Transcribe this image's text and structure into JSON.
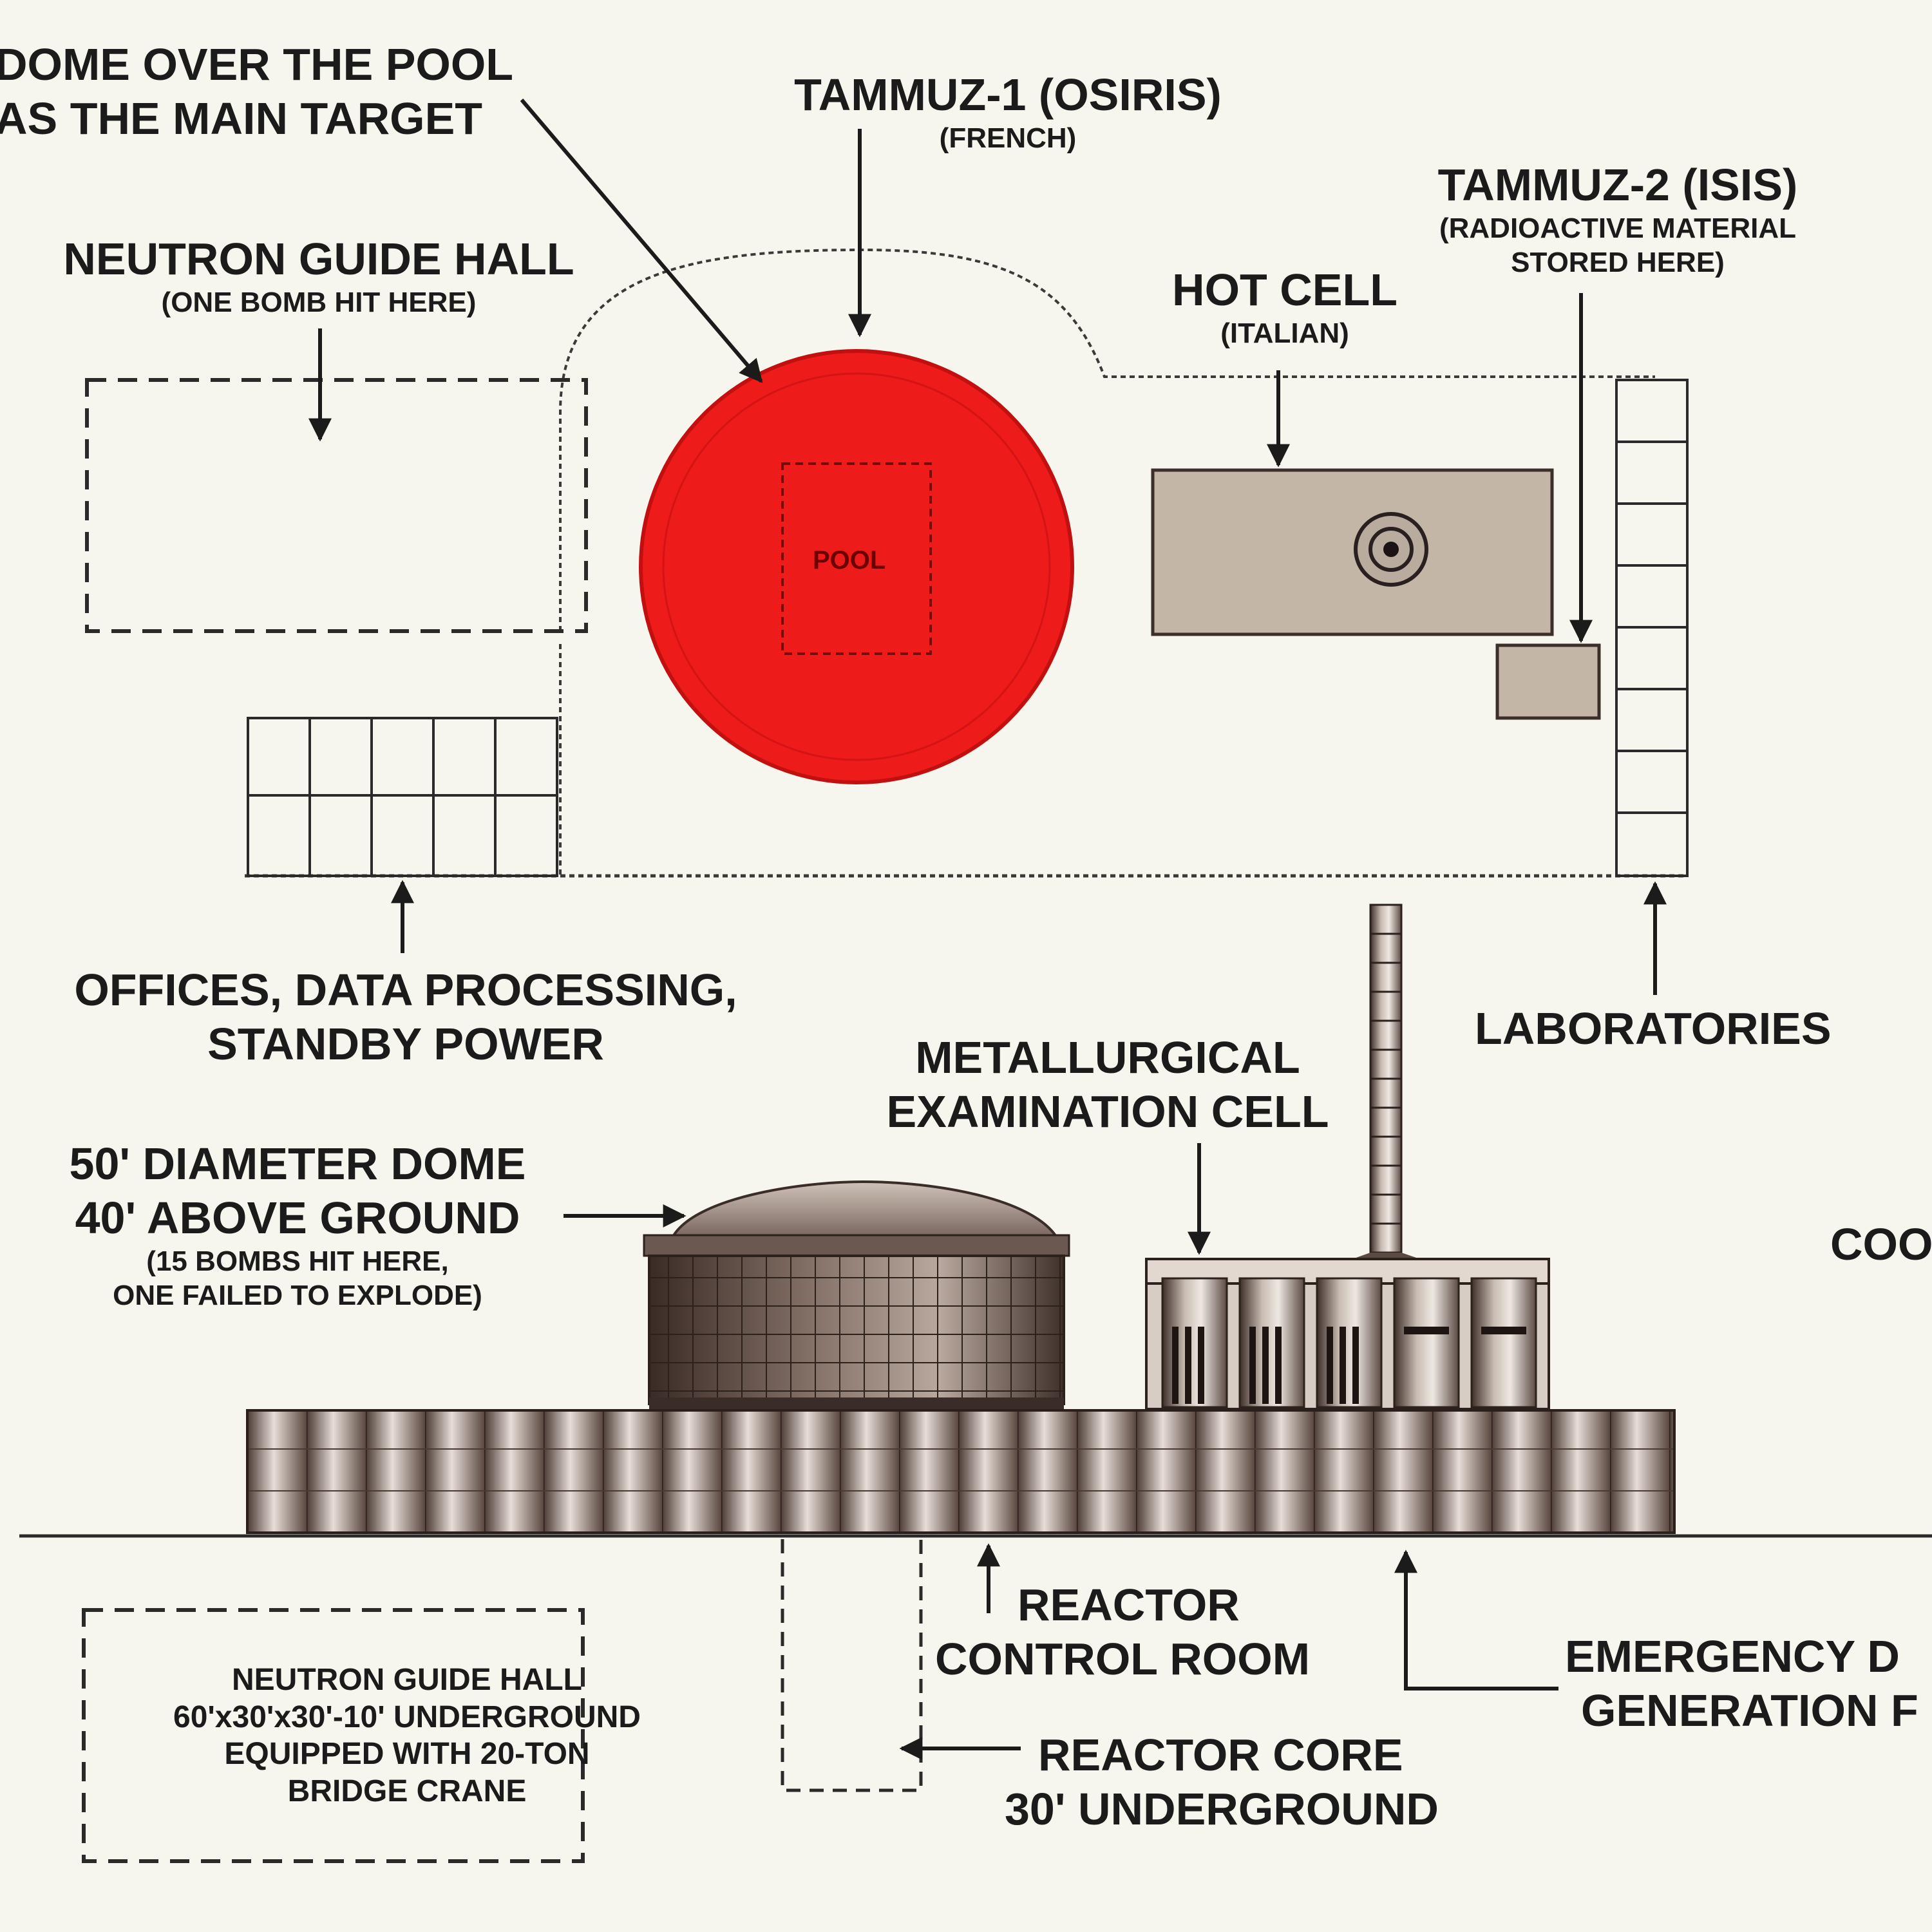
{
  "labels": {
    "dome_target": [
      "DOME OVER THE POOL",
      "AS THE MAIN TARGET"
    ],
    "tammuz1": "TAMMUZ-1 (OSIRIS)",
    "tammuz1_sub": "(FRENCH)",
    "tammuz2": "TAMMUZ-2 (ISIS)",
    "tammuz2_sub": [
      "(RADIOACTIVE MATERIAL",
      "STORED HERE)"
    ],
    "neutron_hall": "NEUTRON GUIDE HALL",
    "neutron_hall_sub": "(ONE BOMB HIT HERE)",
    "hot_cell": "HOT CELL",
    "hot_cell_sub": "(ITALIAN)",
    "pool": "POOL",
    "offices": [
      "OFFICES, DATA PROCESSING,",
      "STANDBY POWER"
    ],
    "laboratories": "LABORATORIES",
    "metallurgical": [
      "METALLURGICAL",
      "EXAMINATION CELL"
    ],
    "dome_size": [
      "50' DIAMETER DOME",
      "40' ABOVE GROUND"
    ],
    "dome_size_sub": [
      "(15 BOMBS HIT HERE,",
      "ONE FAILED TO EXPLODE)"
    ],
    "cooling_partial": "COO",
    "control_room": [
      "REACTOR",
      "CONTROL ROOM"
    ],
    "emergency_partial": [
      "EMERGENCY D",
      "GENERATION F"
    ],
    "core": [
      "REACTOR CORE",
      "30' UNDERGROUND"
    ],
    "underground_hall": [
      "NEUTRON GUIDE HALL",
      "60'x30'x30'-10' UNDERGROUND",
      "EQUIPPED WITH 20-TON",
      "BRIDGE CRANE"
    ]
  },
  "colors": {
    "background": "#f7f6ee",
    "pool_target": "#ee1b1b",
    "hot_cell": "#c4b6a6",
    "lines": "#1b1b1b"
  }
}
